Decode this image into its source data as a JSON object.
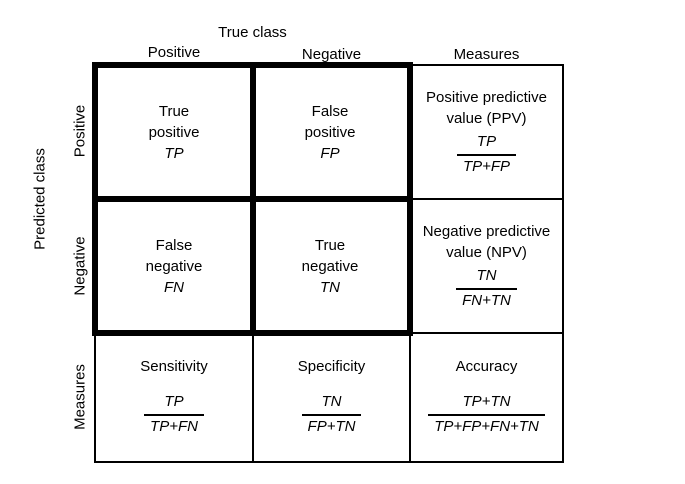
{
  "colors": {
    "background": "#ffffff",
    "border": "#000000",
    "text": "#000000"
  },
  "top_header": {
    "group_label": "True class",
    "columns": [
      "Positive",
      "Negative",
      "Measures"
    ]
  },
  "left_header": {
    "group_label": "Predicted class",
    "rows": [
      "Positive",
      "Negative",
      "Measures"
    ]
  },
  "cells": {
    "tp": {
      "lines": [
        "True",
        "positive"
      ],
      "symbol": "TP"
    },
    "fp": {
      "lines": [
        "False",
        "positive"
      ],
      "symbol": "FP"
    },
    "fn": {
      "lines": [
        "False",
        "negative"
      ],
      "symbol": "FN"
    },
    "tn": {
      "lines": [
        "True",
        "negative"
      ],
      "symbol": "TN"
    },
    "ppv": {
      "label_lines": [
        "Positive predictive",
        "value (PPV)"
      ],
      "fraction": {
        "numerator": "TP",
        "denominator": "TP+FP"
      }
    },
    "npv": {
      "label_lines": [
        "Negative predictive",
        "value (NPV)"
      ],
      "fraction": {
        "numerator": "TN",
        "denominator": "FN+TN"
      }
    },
    "sensitivity": {
      "label": "Sensitivity",
      "fraction": {
        "numerator": "TP",
        "denominator": "TP+FN"
      }
    },
    "specificity": {
      "label": "Specificity",
      "fraction": {
        "numerator": "TN",
        "denominator": "FP+TN"
      }
    },
    "accuracy": {
      "label": "Accuracy",
      "fraction": {
        "numerator": "TP+TN",
        "denominator": "TP+FP+FN+TN"
      }
    }
  }
}
